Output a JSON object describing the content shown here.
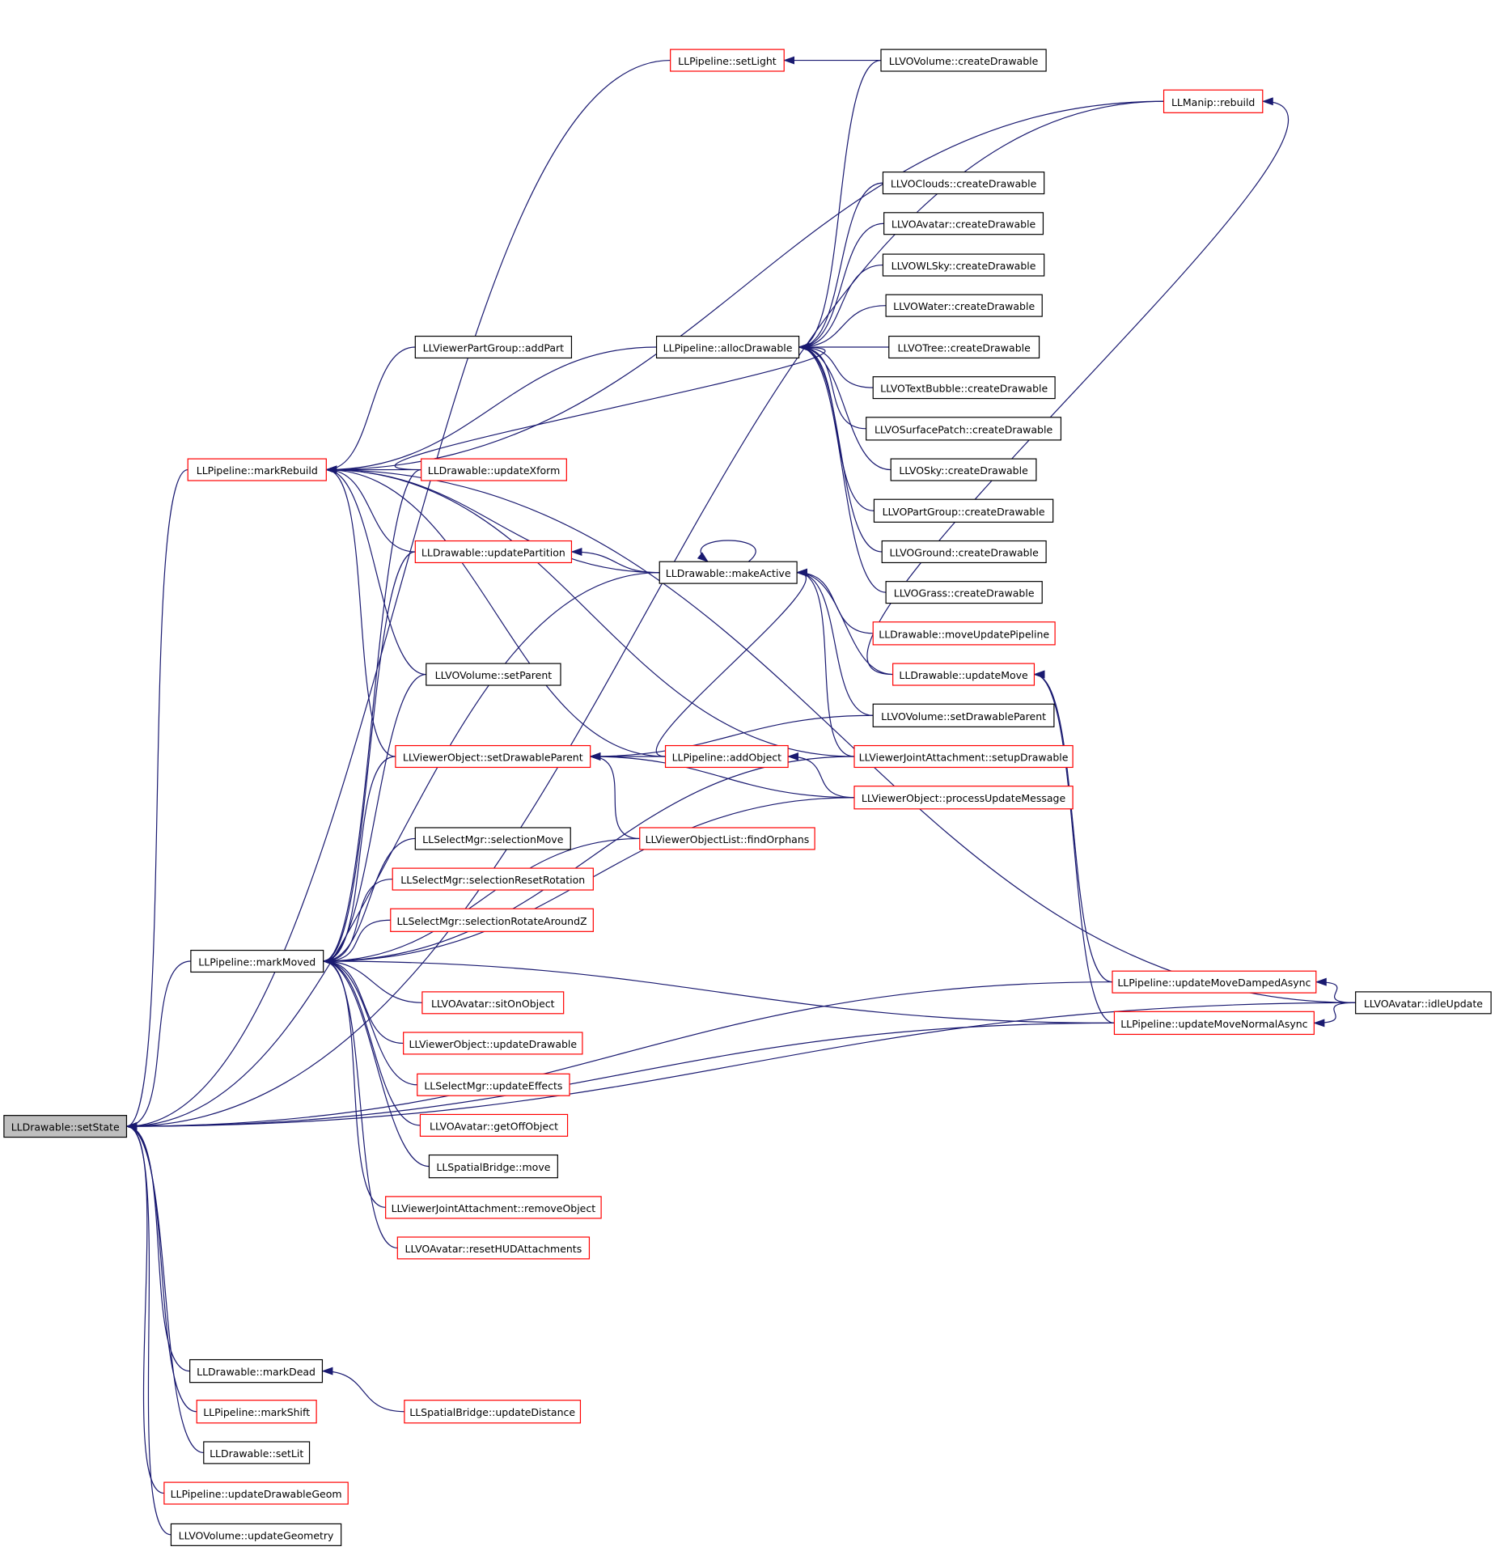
{
  "diagram": {
    "nodes": [
      {
        "id": "setState",
        "label": "LLDrawable::setState",
        "kind": "root"
      },
      {
        "id": "setLight",
        "label": "LLPipeline::setLight",
        "kind": "red"
      },
      {
        "id": "vovCreate",
        "label": "LLVOVolume::createDrawable",
        "kind": "black"
      },
      {
        "id": "manipRebuild",
        "label": "LLManip::rebuild",
        "kind": "red"
      },
      {
        "id": "cloudsCreate",
        "label": "LLVOClouds::createDrawable",
        "kind": "black"
      },
      {
        "id": "avatarCreate",
        "label": "LLVOAvatar::createDrawable",
        "kind": "black"
      },
      {
        "id": "wlskyCreate",
        "label": "LLVOWLSky::createDrawable",
        "kind": "black"
      },
      {
        "id": "waterCreate",
        "label": "LLVOWater::createDrawable",
        "kind": "black"
      },
      {
        "id": "treeCreate",
        "label": "LLVOTree::createDrawable",
        "kind": "black"
      },
      {
        "id": "textBubbleCreate",
        "label": "LLVOTextBubble::createDrawable",
        "kind": "black"
      },
      {
        "id": "surfacePatchCreate",
        "label": "LLVOSurfacePatch::createDrawable",
        "kind": "black"
      },
      {
        "id": "skyCreate",
        "label": "LLVOSky::createDrawable",
        "kind": "black"
      },
      {
        "id": "partGroupCreate",
        "label": "LLVOPartGroup::createDrawable",
        "kind": "black"
      },
      {
        "id": "groundCreate",
        "label": "LLVOGround::createDrawable",
        "kind": "black"
      },
      {
        "id": "grassCreate",
        "label": "LLVOGrass::createDrawable",
        "kind": "black"
      },
      {
        "id": "allocDrawable",
        "label": "LLPipeline::allocDrawable",
        "kind": "black"
      },
      {
        "id": "addPart",
        "label": "LLViewerPartGroup::addPart",
        "kind": "black"
      },
      {
        "id": "markRebuild",
        "label": "LLPipeline::markRebuild",
        "kind": "red"
      },
      {
        "id": "updateXform",
        "label": "LLDrawable::updateXform",
        "kind": "red"
      },
      {
        "id": "updatePartition",
        "label": "LLDrawable::updatePartition",
        "kind": "red"
      },
      {
        "id": "makeActive",
        "label": "LLDrawable::makeActive",
        "kind": "black"
      },
      {
        "id": "moveUpdatePipeline",
        "label": "LLDrawable::moveUpdatePipeline",
        "kind": "red"
      },
      {
        "id": "updateMove",
        "label": "LLDrawable::updateMove",
        "kind": "red"
      },
      {
        "id": "vovSetParent",
        "label": "LLVOVolume::setParent",
        "kind": "black"
      },
      {
        "id": "vovSetDrawableParent",
        "label": "LLVOVolume::setDrawableParent",
        "kind": "black"
      },
      {
        "id": "voSetDrawableParent",
        "label": "LLViewerObject::setDrawableParent",
        "kind": "red"
      },
      {
        "id": "addObject",
        "label": "LLPipeline::addObject",
        "kind": "red"
      },
      {
        "id": "setupDrawable",
        "label": "LLViewerJointAttachment::setupDrawable",
        "kind": "red"
      },
      {
        "id": "processUpdateMessage",
        "label": "LLViewerObject::processUpdateMessage",
        "kind": "red"
      },
      {
        "id": "findOrphans",
        "label": "LLViewerObjectList::findOrphans",
        "kind": "red"
      },
      {
        "id": "selectionMove",
        "label": "LLSelectMgr::selectionMove",
        "kind": "black"
      },
      {
        "id": "selectionResetRotation",
        "label": "LLSelectMgr::selectionResetRotation",
        "kind": "red"
      },
      {
        "id": "selectionRotateAroundZ",
        "label": "LLSelectMgr::selectionRotateAroundZ",
        "kind": "red"
      },
      {
        "id": "markMoved",
        "label": "LLPipeline::markMoved",
        "kind": "black"
      },
      {
        "id": "updateMoveDampedAsync",
        "label": "LLPipeline::updateMoveDampedAsync",
        "kind": "red"
      },
      {
        "id": "updateMoveNormalAsync",
        "label": "LLPipeline::updateMoveNormalAsync",
        "kind": "red"
      },
      {
        "id": "idleUpdate",
        "label": "LLVOAvatar::idleUpdate",
        "kind": "black"
      },
      {
        "id": "sitOnObject",
        "label": "LLVOAvatar::sitOnObject",
        "kind": "red"
      },
      {
        "id": "voUpdateDrawable",
        "label": "LLViewerObject::updateDrawable",
        "kind": "red"
      },
      {
        "id": "updateEffects",
        "label": "LLSelectMgr::updateEffects",
        "kind": "red"
      },
      {
        "id": "getOffObject",
        "label": "LLVOAvatar::getOffObject",
        "kind": "red"
      },
      {
        "id": "sbMove",
        "label": "LLSpatialBridge::move",
        "kind": "black"
      },
      {
        "id": "removeObject",
        "label": "LLViewerJointAttachment::removeObject",
        "kind": "red"
      },
      {
        "id": "resetHUD",
        "label": "LLVOAvatar::resetHUDAttachments",
        "kind": "red"
      },
      {
        "id": "markDead",
        "label": "LLDrawable::markDead",
        "kind": "black"
      },
      {
        "id": "updateDistance",
        "label": "LLSpatialBridge::updateDistance",
        "kind": "red"
      },
      {
        "id": "markShift",
        "label": "LLPipeline::markShift",
        "kind": "red"
      },
      {
        "id": "setLit",
        "label": "LLDrawable::setLit",
        "kind": "black"
      },
      {
        "id": "updateDrawableGeom",
        "label": "LLPipeline::updateDrawableGeom",
        "kind": "red"
      },
      {
        "id": "updateGeometry",
        "label": "LLVOVolume::updateGeometry",
        "kind": "black"
      }
    ],
    "edges": [
      [
        "setLight",
        "setState"
      ],
      [
        "manipRebuild",
        "setState"
      ],
      [
        "markRebuild",
        "setState"
      ],
      [
        "makeActive",
        "setState"
      ],
      [
        "markMoved",
        "setState"
      ],
      [
        "updateMoveDampedAsync",
        "setState"
      ],
      [
        "updateMoveNormalAsync",
        "setState"
      ],
      [
        "idleUpdate",
        "setState"
      ],
      [
        "markDead",
        "setState"
      ],
      [
        "markShift",
        "setState"
      ],
      [
        "setLit",
        "setState"
      ],
      [
        "updateDrawableGeom",
        "setState"
      ],
      [
        "updateGeometry",
        "setState"
      ],
      [
        "vovCreate",
        "setLight"
      ],
      [
        "updateMove",
        "manipRebuild"
      ],
      [
        "vovCreate",
        "allocDrawable"
      ],
      [
        "cloudsCreate",
        "allocDrawable"
      ],
      [
        "avatarCreate",
        "allocDrawable"
      ],
      [
        "wlskyCreate",
        "allocDrawable"
      ],
      [
        "waterCreate",
        "allocDrawable"
      ],
      [
        "treeCreate",
        "allocDrawable"
      ],
      [
        "textBubbleCreate",
        "allocDrawable"
      ],
      [
        "surfacePatchCreate",
        "allocDrawable"
      ],
      [
        "skyCreate",
        "allocDrawable"
      ],
      [
        "partGroupCreate",
        "allocDrawable"
      ],
      [
        "groundCreate",
        "allocDrawable"
      ],
      [
        "grassCreate",
        "allocDrawable"
      ],
      [
        "updateXform",
        "allocDrawable"
      ],
      [
        "allocDrawable",
        "markRebuild"
      ],
      [
        "addPart",
        "markRebuild"
      ],
      [
        "updateXform",
        "markRebuild"
      ],
      [
        "updatePartition",
        "markRebuild"
      ],
      [
        "makeActive",
        "markRebuild"
      ],
      [
        "manipRebuild",
        "markRebuild"
      ],
      [
        "vovSetParent",
        "markRebuild"
      ],
      [
        "voSetDrawableParent",
        "markRebuild"
      ],
      [
        "addObject",
        "markRebuild"
      ],
      [
        "setupDrawable",
        "markRebuild"
      ],
      [
        "idleUpdate",
        "markRebuild"
      ],
      [
        "makeActive",
        "updatePartition"
      ],
      [
        "makeActive",
        "makeActive"
      ],
      [
        "moveUpdatePipeline",
        "makeActive"
      ],
      [
        "updateMove",
        "makeActive"
      ],
      [
        "vovSetDrawableParent",
        "makeActive"
      ],
      [
        "setupDrawable",
        "makeActive"
      ],
      [
        "addObject",
        "makeActive"
      ],
      [
        "updateMoveDampedAsync",
        "updateMove"
      ],
      [
        "updateMoveNormalAsync",
        "updateMove"
      ],
      [
        "vovSetDrawableParent",
        "voSetDrawableParent"
      ],
      [
        "addObject",
        "voSetDrawableParent"
      ],
      [
        "processUpdateMessage",
        "voSetDrawableParent"
      ],
      [
        "findOrphans",
        "voSetDrawableParent"
      ],
      [
        "processUpdateMessage",
        "addObject"
      ],
      [
        "updateXform",
        "markMoved"
      ],
      [
        "updatePartition",
        "markMoved"
      ],
      [
        "vovSetParent",
        "markMoved"
      ],
      [
        "voSetDrawableParent",
        "markMoved"
      ],
      [
        "setupDrawable",
        "markMoved"
      ],
      [
        "processUpdateMessage",
        "markMoved"
      ],
      [
        "selectionMove",
        "markMoved"
      ],
      [
        "selectionResetRotation",
        "markMoved"
      ],
      [
        "selectionRotateAroundZ",
        "markMoved"
      ],
      [
        "sitOnObject",
        "markMoved"
      ],
      [
        "voUpdateDrawable",
        "markMoved"
      ],
      [
        "updateEffects",
        "markMoved"
      ],
      [
        "getOffObject",
        "markMoved"
      ],
      [
        "sbMove",
        "markMoved"
      ],
      [
        "removeObject",
        "markMoved"
      ],
      [
        "resetHUD",
        "markMoved"
      ],
      [
        "updateMoveNormalAsync",
        "markMoved"
      ],
      [
        "findOrphans",
        "markMoved"
      ],
      [
        "idleUpdate",
        "updateMoveDampedAsync"
      ],
      [
        "idleUpdate",
        "updateMoveNormalAsync"
      ],
      [
        "updateDistance",
        "markDead"
      ]
    ]
  }
}
